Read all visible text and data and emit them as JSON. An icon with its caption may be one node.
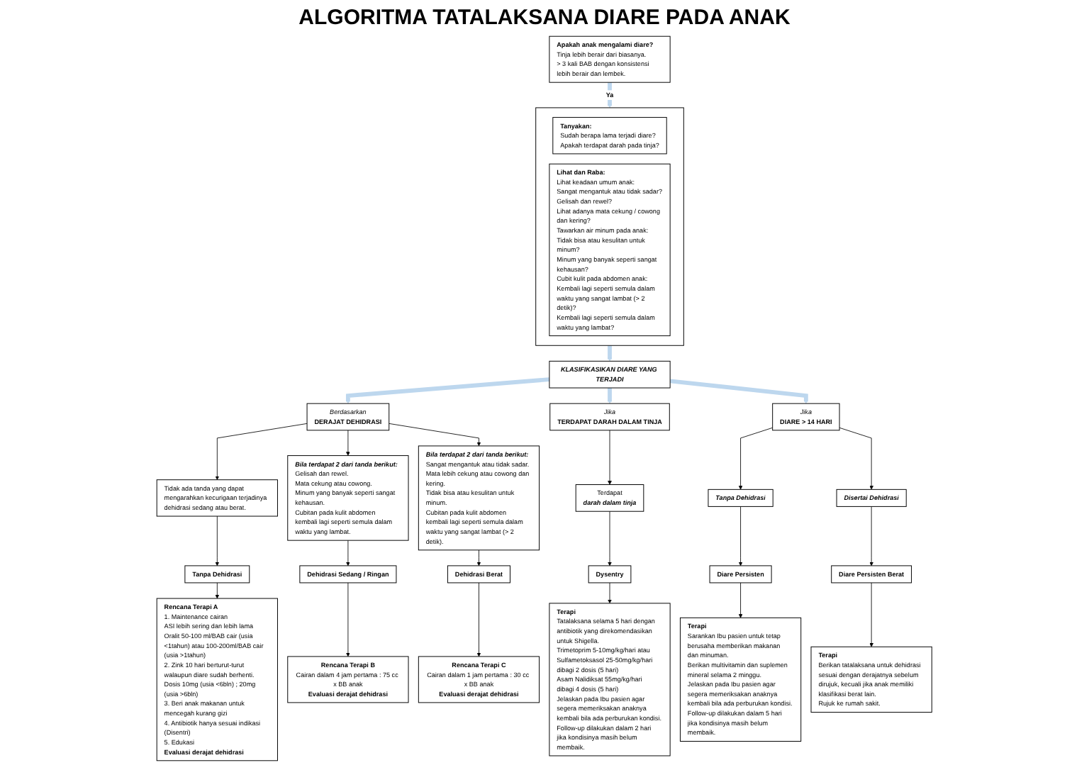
{
  "diagram": {
    "title": "ALGORITMA TATALAKSANA DIARE PADA ANAK",
    "nodes": [
      {
        "text": [
          "Apakah anak mengalami diare?",
          "Tinja lebih berair dari biasanya.",
          "> 3 kali BAB dengan konsistensi lebih berair dan lembek."
        ]
      },
      {
        "text": [],
        "shape": "box"
      },
      {
        "text": [
          "Tanyakan:",
          "Sudah berapa lama terjadi diare?",
          "Apakah terdapat darah pada tinja?"
        ],
        "in": 1
      },
      {
        "text": [
          "Lihat dan Raba:",
          "Lihat keadaan umum anak:",
          "Sangat mengantuk atau tidak sadar?",
          "Gelisah dan rewel?",
          "Lihat adanya mata cekung / cowong dan kering?",
          "Tawarkan air minum pada anak:",
          "Tidak bisa atau kesulitan untuk minum?",
          "Minum yang banyak seperti sangat kehausan?",
          "Cubit kulit pada abdomen anak:",
          "Kembali lagi seperti semula dalam waktu yang sangat lambat (> 2 detik)?",
          "Kembali lagi seperti semula dalam waktu yang lambat?"
        ],
        "in": 1
      },
      {
        "text": [
          "KLASIFIKASIKAN DIARE YANG TERJADI"
        ]
      },
      {
        "text": [
          "Berdasarkan",
          "DERAJAT DEHIDRASI"
        ]
      },
      {
        "text": [
          "Jika",
          "TERDAPAT DARAH DALAM TINJA"
        ]
      },
      {
        "text": [
          "Jika",
          "DIARE > 14 HARI"
        ]
      },
      {
        "text": [
          "Tidak ada tanda yang dapat mengarahkan kecurigaan terjadinya dehidrasi sedang atau berat."
        ]
      },
      {
        "text": [
          "Bila terdapat 2 dari tanda berikut:",
          "Gelisah dan rewel.",
          "Mata cekung atau cowong.",
          "Minum yang banyak seperti sangat kehausan.",
          "Cubitan pada kulit abdomen kembali lagi seperti semula dalam waktu yang lambat."
        ]
      },
      {
        "text": [
          "Bila terdapat 2 dari tanda berikut:",
          "Sangat mengantuk atau tidak sadar.",
          "Mata lebih cekung atau cowong dan kering.",
          "Tidak bisa atau kesulitan untuk minum.",
          "Cubitan pada kulit abdomen kembali lagi seperti semula dalam waktu yang sangat lambat (> 2 detik)."
        ]
      },
      {
        "text": [
          "Terdapat",
          "darah dalam tinja"
        ]
      },
      {
        "text": [
          "Tanpa Dehidrasi"
        ]
      },
      {
        "text": [
          "Disertai Dehidrasi"
        ]
      },
      {
        "text": [
          "Tanpa Dehidrasi"
        ]
      },
      {
        "text": [
          "Dysentry"
        ]
      },
      {
        "text": [
          "Diare Persisten"
        ]
      },
      {
        "text": [
          "Diare Persisten Berat"
        ]
      },
      {
        "text": [
          "Rencana Terapi A",
          "1. Maintenance cairan",
          "ASI lebih sering dan lebih lama",
          "Oralit 50-100 ml/BAB cair (usia <1tahun) atau 100-200ml/BAB cair (usia >1tahun)",
          "2. Zink 10 hari berturut-turut walaupun diare sudah berhenti. Dosis 10mg (usia <6bln) ; 20mg (usia >6bln)",
          "3. Beri anak makanan untuk mencegah kurang gizi",
          "4. Antibiotik hanya sesuai indikasi (Disentri)",
          "5. Edukasi",
          "Evaluasi derajat dehidrasi"
        ]
      },
      {
        "text": [
          "Dehidrasi Sedang / Ringan"
        ]
      },
      {
        "text": [
          "Dehidrasi Berat"
        ]
      },
      {
        "text": [
          "Terapi",
          "Tatalaksana selama 5 hari dengan antibiotik yang direkomendasikan untuk Shigella.",
          "Trimetoprim 5-10mg/kg/hari atau Sulfametoksasol 25-50mg/kg/hari dibagi 2 dosis (5 hari)",
          "Asam Nalidiksat 55mg/kg/hari dibagi 4 dosis (5 hari)",
          "Jelaskan pada Ibu pasien agar segera memeriksakan anaknya kembali bila ada perburukan kondisi.",
          "Follow-up dilakukan dalam 2 hari jika kondisinya masih belum membaik."
        ]
      },
      {
        "text": [
          "Terapi",
          "Sarankan Ibu pasien untuk tetap berusaha memberikan makanan dan minuman.",
          "Berikan multivitamin dan suplemen mineral selama 2 minggu.",
          "Jelaskan pada Ibu pasien agar segera memeriksakan anaknya kembali bila ada perburukan kondisi.",
          "Follow-up dilakukan dalam 5 hari jika kondisinya masih belum membaik."
        ]
      },
      {
        "text": [
          "Terapi",
          "Berikan tatalaksana untuk dehidrasi sesuai dengan derajatnya sebelum dirujuk, kecuali jika anak memiliki klasifikasi berat lain.",
          "Rujuk ke rumah sakit."
        ]
      },
      {
        "text": [
          "Rencana Terapi B",
          "Cairan dalam 4 jam pertama : 75 cc x BB anak",
          "Evaluasi derajat dehidrasi"
        ]
      },
      {
        "text": [
          "Rencana Terapi C",
          "Cairan dalam 1 jam pertama : 30 cc x BB anak",
          "Evaluasi derajat dehidrasi"
        ]
      }
    ],
    "edges": [
      {
        "from": 0,
        "to": 1,
        "arrow": "to",
        "label": "Ya",
        "style": "thick",
        "color": "#bdd7ee"
      },
      {
        "from": 1,
        "to": 4,
        "arrow": "to",
        "style": "thick",
        "color": "#bdd7ee"
      },
      {
        "from": 4,
        "to": 5,
        "arrow": "to",
        "style": "thick",
        "color": "#bdd7ee"
      },
      {
        "from": 4,
        "to": 6,
        "arrow": "to",
        "style": "thick",
        "color": "#bdd7ee"
      },
      {
        "from": 4,
        "to": 7,
        "arrow": "to",
        "style": "thick",
        "color": "#bdd7ee"
      },
      {
        "from": 5,
        "to": 8,
        "arrow": "to"
      },
      {
        "from": 5,
        "to": 9,
        "arrow": "to"
      },
      {
        "from": 5,
        "to": 10,
        "arrow": "to"
      },
      {
        "from": 6,
        "to": 11,
        "arrow": "to"
      },
      {
        "from": 7,
        "to": 12,
        "arrow": "to"
      },
      {
        "from": 7,
        "to": 13,
        "arrow": "to"
      },
      {
        "from": 8,
        "to": 14,
        "arrow": "to"
      },
      {
        "from": 9,
        "to": 19,
        "arrow": "to"
      },
      {
        "from": 10,
        "to": 20,
        "arrow": "to"
      },
      {
        "from": 11,
        "to": 15,
        "arrow": "to"
      },
      {
        "from": 12,
        "to": 16,
        "arrow": "to"
      },
      {
        "from": 13,
        "to": 17,
        "arrow": "to"
      },
      {
        "from": 14,
        "to": 18,
        "arrow": "to"
      },
      {
        "from": 19,
        "to": 24,
        "arrow": "to"
      },
      {
        "from": 20,
        "to": 25,
        "arrow": "to"
      },
      {
        "from": 15,
        "to": 21,
        "arrow": "to"
      },
      {
        "from": 16,
        "to": 22,
        "arrow": "to"
      },
      {
        "from": 17,
        "to": 23,
        "arrow": "to"
      }
    ]
  }
}
